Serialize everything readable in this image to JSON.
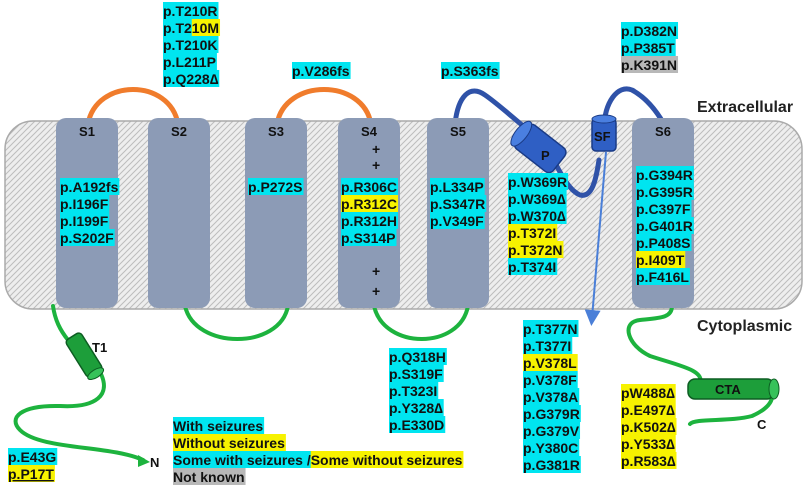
{
  "colors": {
    "with_seizures": "#00e5f0",
    "without_seizures": "#f7f200",
    "not_known": "#b8b8b8",
    "segment_fill": "#8c9bb6",
    "extracellular_loop": "#f07c2c",
    "cytoplasmic_loop": "#1db33e",
    "pore_loop": "#2f52a8"
  },
  "regions": {
    "extracellular": "Extracellular",
    "cytoplasmic": "Cytoplasmic"
  },
  "segments": [
    "S1",
    "S2",
    "S3",
    "S4",
    "S5",
    "S6"
  ],
  "domains": {
    "pore": "P",
    "selectivity_filter": "SF",
    "t1": "T1",
    "cta": "CTA"
  },
  "termini": {
    "n": "N",
    "c": "C"
  },
  "s4_charges": [
    "+",
    "+",
    "+",
    "+"
  ],
  "mutations": {
    "s2_top": [
      {
        "parts": [
          {
            "t": "p.T210R",
            "c": "with"
          }
        ]
      },
      {
        "parts": [
          {
            "t": "p.T2",
            "c": "with"
          },
          {
            "t": "10M",
            "c": "without"
          }
        ]
      },
      {
        "parts": [
          {
            "t": "p.T210K",
            "c": "with"
          }
        ]
      },
      {
        "parts": [
          {
            "t": "p.L211P",
            "c": "with"
          }
        ]
      },
      {
        "parts": [
          {
            "t": "p.Q228∆",
            "c": "with"
          }
        ]
      }
    ],
    "s3_s4_loop": [
      {
        "parts": [
          {
            "t": "p.V286fs",
            "c": "with"
          }
        ]
      }
    ],
    "s5_p_loop": [
      {
        "parts": [
          {
            "t": "p.S363fs",
            "c": "with"
          }
        ]
      }
    ],
    "s6_top": [
      {
        "parts": [
          {
            "t": "p.D382N",
            "c": "with"
          }
        ]
      },
      {
        "parts": [
          {
            "t": "p.P385T",
            "c": "with"
          }
        ]
      },
      {
        "parts": [
          {
            "t": "p.K391N",
            "c": "unknown"
          }
        ]
      }
    ],
    "s1": [
      {
        "parts": [
          {
            "t": "p.A192fs",
            "c": "with"
          }
        ]
      },
      {
        "parts": [
          {
            "t": "p.I196F",
            "c": "with"
          }
        ]
      },
      {
        "parts": [
          {
            "t": "p.I199F",
            "c": "with"
          }
        ]
      },
      {
        "parts": [
          {
            "t": "p.S202F",
            "c": "with"
          }
        ]
      }
    ],
    "s3": [
      {
        "parts": [
          {
            "t": "p.P272S",
            "c": "with"
          }
        ]
      }
    ],
    "s4": [
      {
        "parts": [
          {
            "t": "p.R306C",
            "c": "with"
          }
        ]
      },
      {
        "parts": [
          {
            "t": "p.R312C",
            "c": "without"
          }
        ]
      },
      {
        "parts": [
          {
            "t": "p.R312H",
            "c": "with"
          }
        ]
      },
      {
        "parts": [
          {
            "t": "p.S314P",
            "c": "with"
          }
        ]
      }
    ],
    "s5": [
      {
        "parts": [
          {
            "t": "p.L334P",
            "c": "with"
          }
        ]
      },
      {
        "parts": [
          {
            "t": "p.S347R",
            "c": "with"
          }
        ]
      },
      {
        "parts": [
          {
            "t": "p.V349F",
            "c": "with"
          }
        ]
      }
    ],
    "pore": [
      {
        "parts": [
          {
            "t": "p.W369R",
            "c": "with"
          }
        ]
      },
      {
        "parts": [
          {
            "t": "p.W369∆",
            "c": "with"
          }
        ]
      },
      {
        "parts": [
          {
            "t": "p.W370∆",
            "c": "with"
          }
        ]
      },
      {
        "parts": [
          {
            "t": "p.T372I",
            "c": "without"
          }
        ]
      },
      {
        "parts": [
          {
            "t": "p.T372N",
            "c": "without"
          }
        ]
      },
      {
        "parts": [
          {
            "t": "p.T374I",
            "c": "with"
          }
        ]
      }
    ],
    "s6": [
      {
        "parts": [
          {
            "t": "p.G394R",
            "c": "with"
          }
        ]
      },
      {
        "parts": [
          {
            "t": "p.G395R",
            "c": "with"
          }
        ]
      },
      {
        "parts": [
          {
            "t": "p.C397F",
            "c": "with"
          }
        ]
      },
      {
        "parts": [
          {
            "t": "p.G401R",
            "c": "with"
          }
        ]
      },
      {
        "parts": [
          {
            "t": "p.P408S",
            "c": "with"
          }
        ]
      },
      {
        "parts": [
          {
            "t": "p.I409T",
            "c": "without"
          }
        ]
      },
      {
        "parts": [
          {
            "t": "p.F416L",
            "c": "with"
          }
        ]
      }
    ],
    "s4_s5_loop": [
      {
        "parts": [
          {
            "t": "p.Q318H",
            "c": "with"
          }
        ]
      },
      {
        "parts": [
          {
            "t": "p.S319F",
            "c": "with"
          }
        ]
      },
      {
        "parts": [
          {
            "t": "p.T323I",
            "c": "with"
          }
        ]
      },
      {
        "parts": [
          {
            "t": "p.Y328∆",
            "c": "with"
          }
        ]
      },
      {
        "parts": [
          {
            "t": "p.E330D",
            "c": "with"
          }
        ]
      }
    ],
    "sf_pointer": [
      {
        "parts": [
          {
            "t": "p.T377N",
            "c": "with"
          }
        ]
      },
      {
        "parts": [
          {
            "t": "p.T377I",
            "c": "with"
          }
        ]
      },
      {
        "parts": [
          {
            "t": "p.V378L",
            "c": "without"
          }
        ]
      },
      {
        "parts": [
          {
            "t": "p.V378F",
            "c": "with"
          }
        ]
      },
      {
        "parts": [
          {
            "t": "p.V378A",
            "c": "with"
          }
        ]
      },
      {
        "parts": [
          {
            "t": "p.G379R",
            "c": "with"
          }
        ]
      },
      {
        "parts": [
          {
            "t": "p.G379V",
            "c": "with"
          }
        ]
      },
      {
        "parts": [
          {
            "t": "p.Y380C",
            "c": "with"
          }
        ]
      },
      {
        "parts": [
          {
            "t": "p.G381R",
            "c": "with"
          }
        ]
      }
    ],
    "cta": [
      {
        "parts": [
          {
            "t": "pW488∆",
            "c": "without"
          }
        ]
      },
      {
        "parts": [
          {
            "t": "p.E497∆",
            "c": "without"
          }
        ]
      },
      {
        "parts": [
          {
            "t": "p.K502∆",
            "c": "without"
          }
        ]
      },
      {
        "parts": [
          {
            "t": "p.Y533∆",
            "c": "without"
          }
        ]
      },
      {
        "parts": [
          {
            "t": "p.R583∆",
            "c": "without"
          }
        ]
      }
    ],
    "n_term": [
      {
        "parts": [
          {
            "t": "p.E43G",
            "c": "with"
          }
        ]
      },
      {
        "parts": [
          {
            "t": "p.P17T",
            "c": "without"
          }
        ]
      }
    ]
  },
  "legend": [
    {
      "parts": [
        {
          "t": "With seizures",
          "c": "with"
        }
      ]
    },
    {
      "parts": [
        {
          "t": "Without seizures",
          "c": "without"
        }
      ]
    },
    {
      "parts": [
        {
          "t": "Some with seizures /",
          "c": "with"
        },
        {
          "t": "Some without seizures",
          "c": "without"
        }
      ]
    },
    {
      "parts": [
        {
          "t": "Not known",
          "c": "unknown"
        }
      ]
    }
  ]
}
